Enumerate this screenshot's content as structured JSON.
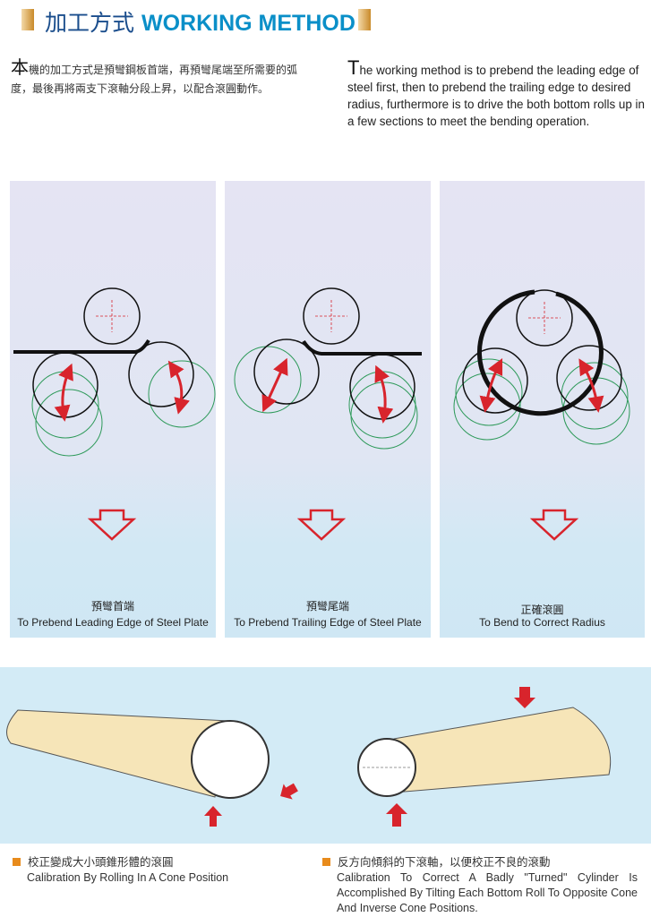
{
  "header": {
    "title_zh": "加工方式",
    "title_en": "WORKING METHOD"
  },
  "intro": {
    "zh_first": "本",
    "zh_rest": "機的加工方式是預彎鋼板首端，再預彎尾端至所需要的弧度，最後再將兩支下滾軸分段上昇，以配合滾圓動作。",
    "en_first": "T",
    "en_rest": "he working method is to prebend the leading edge of steel first, then to prebend the trailing edge to desired radius, furthermore is to drive the both bottom rolls up in a few sections to meet the bending operation."
  },
  "steps": [
    {
      "zh": "預彎首端",
      "en": "To Prebend Leading Edge of Steel Plate"
    },
    {
      "zh": "預彎尾端",
      "en": "To Prebend Trailing Edge of Steel Plate"
    },
    {
      "zh": "正確滾圓",
      "en": "To Bend to Correct Radius"
    }
  ],
  "calibration": [
    {
      "zh": "校正變成大小頭錐形體的滾圓",
      "en": "Calibration By Rolling In A Cone Position"
    },
    {
      "zh": "反方向傾斜的下滾軸，以便校正不良的滾動",
      "en": "Calibration To Correct A Badly \"Turned\" Cylinder Is Accomplished By Tilting Each Bottom Roll To Opposite Cone And Inverse Cone Positions."
    }
  ],
  "colors": {
    "accent": "#0a8fc8",
    "arrow": "#d8242c",
    "roll_green": "#2e9a5a",
    "bullet": "#e88b1c"
  }
}
